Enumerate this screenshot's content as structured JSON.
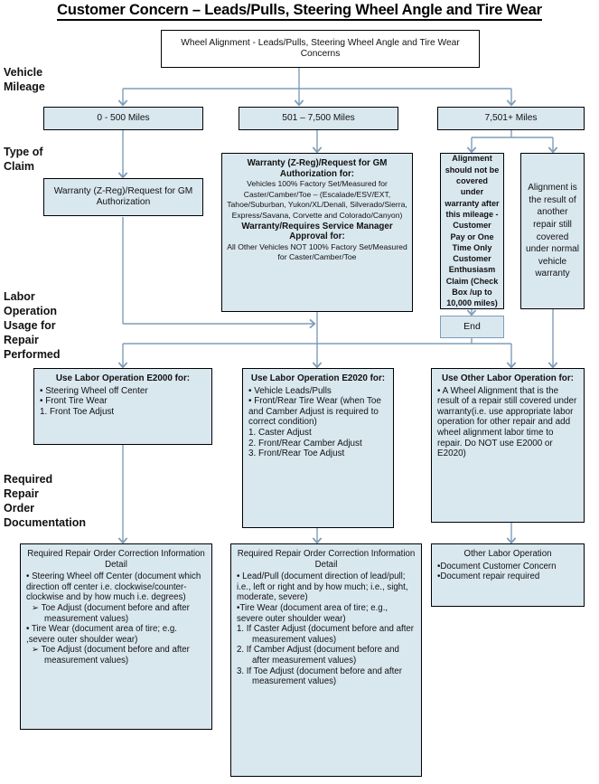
{
  "page": {
    "title": "Customer Concern – Leads/Pulls, Steering Wheel Angle and Tire Wear",
    "box_fill": "#d9e7ef",
    "box_border": "#000000",
    "connector_color": "#7f9db9"
  },
  "swimlanes": [
    {
      "id": "vehicle-mileage",
      "label": "Vehicle\nMileage"
    },
    {
      "id": "type-of-claim",
      "label": "Type of\nClaim"
    },
    {
      "id": "labor-operation",
      "label": "Labor\nOperation\nUsage for\nRepair\nPerformed"
    },
    {
      "id": "required-documentation",
      "label": "Required\nRepair\nOrder\nDocumentation"
    }
  ],
  "nodes": {
    "start": {
      "title": "Wheel Alignment - Leads/Pulls, Steering Wheel Angle and Tire Wear Concerns"
    },
    "mileage_low": {
      "label": "0 - 500 Miles"
    },
    "mileage_mid": {
      "label": "501 – 7,500 Miles"
    },
    "mileage_high": {
      "label": "7,501+ Miles"
    },
    "claim_low": {
      "label": "Warranty (Z-Reg)/Request for GM  Authorization"
    },
    "claim_mid": {
      "bullet1": "Warranty (Z-Reg)/Request for GM Authorization for:",
      "detail1": "Vehicles 100% Factory Set/Measured for Caster/Camber/Toe – (Escalade/ESV/EXT, Tahoe/Suburban, Yukon/XL/Denali, Silverado/Sierra, Express/Savana,  Corvette and Colorado/Canyon)",
      "bullet2": "Warranty/Requires Service Manager Approval for:",
      "detail2": "All Other Vehicles NOT 100% Factory Set/Measured for Caster/Camber/Toe"
    },
    "claim_high_a": {
      "label": "Alignment should not be covered under warranty after this mileage - Customer Pay or  One Time Only Customer Enthusiasm Claim (Check Box /up to 10,000 miles)"
    },
    "claim_high_b": {
      "label": "Alignment is the result of another repair still covered under normal vehicle warranty"
    },
    "end": {
      "label": "End"
    },
    "labor_e2000": {
      "header": "Use Labor Operation E2000 for:",
      "items": [
        "• Steering Wheel off Center",
        "• Front Tire Wear",
        "1.    Front Toe Adjust"
      ]
    },
    "labor_e2020": {
      "header": "Use Labor Operation E2020 for:",
      "items": [
        "• Vehicle Leads/Pulls",
        "• Front/Rear Tire Wear (when Toe and Camber Adjust is required to correct condition)",
        "1.    Caster Adjust",
        "2.    Front/Rear Camber Adjust",
        "3.    Front/Rear Toe Adjust"
      ]
    },
    "labor_other": {
      "header": "Use Other Labor Operation for:",
      "items": [
        "• A Wheel Alignment that is the result of a repair still covered under warranty(i.e. use appropriate labor operation for other repair and add wheel alignment labor time to repair. Do NOT use E2000 or E2020)"
      ]
    },
    "doc_left": {
      "header": "Required Repair Order Correction Information Detail",
      "items": [
        "•  Steering Wheel off Center (document which direction off center i.e. clockwise/counter-clockwise and by how much i.e. degrees)",
        "➢    Toe Adjust (document before and after measurement values)",
        "• Tire Wear (document area of tire; e.g. ,severe outer shoulder wear)",
        "➢    Toe Adjust (document before and after measurement values)"
      ]
    },
    "doc_mid": {
      "header": "Required Repair Order Correction Information Detail",
      "items": [
        "• Lead/Pull (document direction of lead/pull; i.e., left or right and by how much; i.e., sight, moderate, severe)",
        "•Tire Wear (document area of tire; e.g., severe outer shoulder wear)",
        "1.    If Caster Adjust (document before and after measurement values)",
        "2.    If Camber Adjust (document before and after measurement values)",
        "3.    If Toe Adjust (document before and after measurement values)"
      ]
    },
    "doc_right": {
      "header": "Other Labor Operation",
      "items": [
        "•Document Customer Concern",
        "•Document repair required"
      ]
    }
  }
}
